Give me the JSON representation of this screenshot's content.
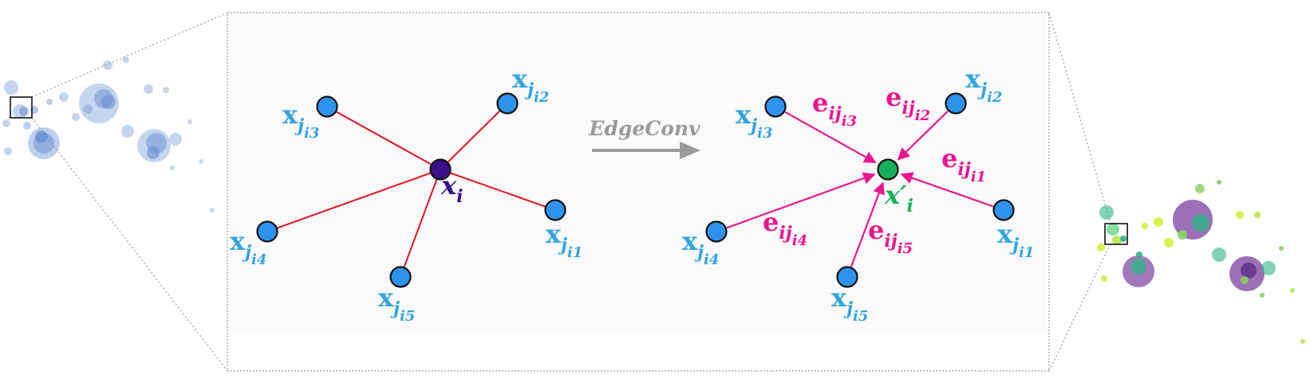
{
  "arrow_label": "EdgeConv",
  "colors": {
    "neighbor_node": "#2f93ee",
    "center_node": "#3a0f8c",
    "output_node": "#18b05a",
    "edge_left": "#e0141e",
    "edge_right": "#e8168e",
    "label_blue": "#33a4e0",
    "label_pink": "#e8168e",
    "label_center": "#3a0f8c",
    "label_output": "#18b05a",
    "arrow": "#9a9a9a",
    "cloud_left": "#5b86cf"
  },
  "left_graph": {
    "center_label": {
      "base": "x",
      "sub": "i"
    },
    "neighbors": [
      {
        "id": "j1",
        "base": "x",
        "sub": "j",
        "subsub": "i1"
      },
      {
        "id": "j2",
        "base": "x",
        "sub": "j",
        "subsub": "i2"
      },
      {
        "id": "j3",
        "base": "x",
        "sub": "j",
        "subsub": "i3"
      },
      {
        "id": "j4",
        "base": "x",
        "sub": "j",
        "subsub": "i4"
      },
      {
        "id": "j5",
        "base": "x",
        "sub": "j",
        "subsub": "i5"
      }
    ]
  },
  "right_graph": {
    "output_label": {
      "base": "x′",
      "sub": "i"
    },
    "neighbors": [
      {
        "id": "j1",
        "base": "x",
        "sub": "j",
        "subsub": "i1"
      },
      {
        "id": "j2",
        "base": "x",
        "sub": "j",
        "subsub": "i2"
      },
      {
        "id": "j3",
        "base": "x",
        "sub": "j",
        "subsub": "i3"
      },
      {
        "id": "j4",
        "base": "x",
        "sub": "j",
        "subsub": "i4"
      },
      {
        "id": "j5",
        "base": "x",
        "sub": "j",
        "subsub": "i5"
      }
    ],
    "edges": [
      {
        "id": "e1",
        "base": "e",
        "sub": "ij",
        "subsub": "i1"
      },
      {
        "id": "e2",
        "base": "e",
        "sub": "ij",
        "subsub": "i2"
      },
      {
        "id": "e3",
        "base": "e",
        "sub": "ij",
        "subsub": "i3"
      },
      {
        "id": "e4",
        "base": "e",
        "sub": "ij",
        "subsub": "i4"
      },
      {
        "id": "e5",
        "base": "e",
        "sub": "ij",
        "subsub": "i5"
      }
    ]
  }
}
